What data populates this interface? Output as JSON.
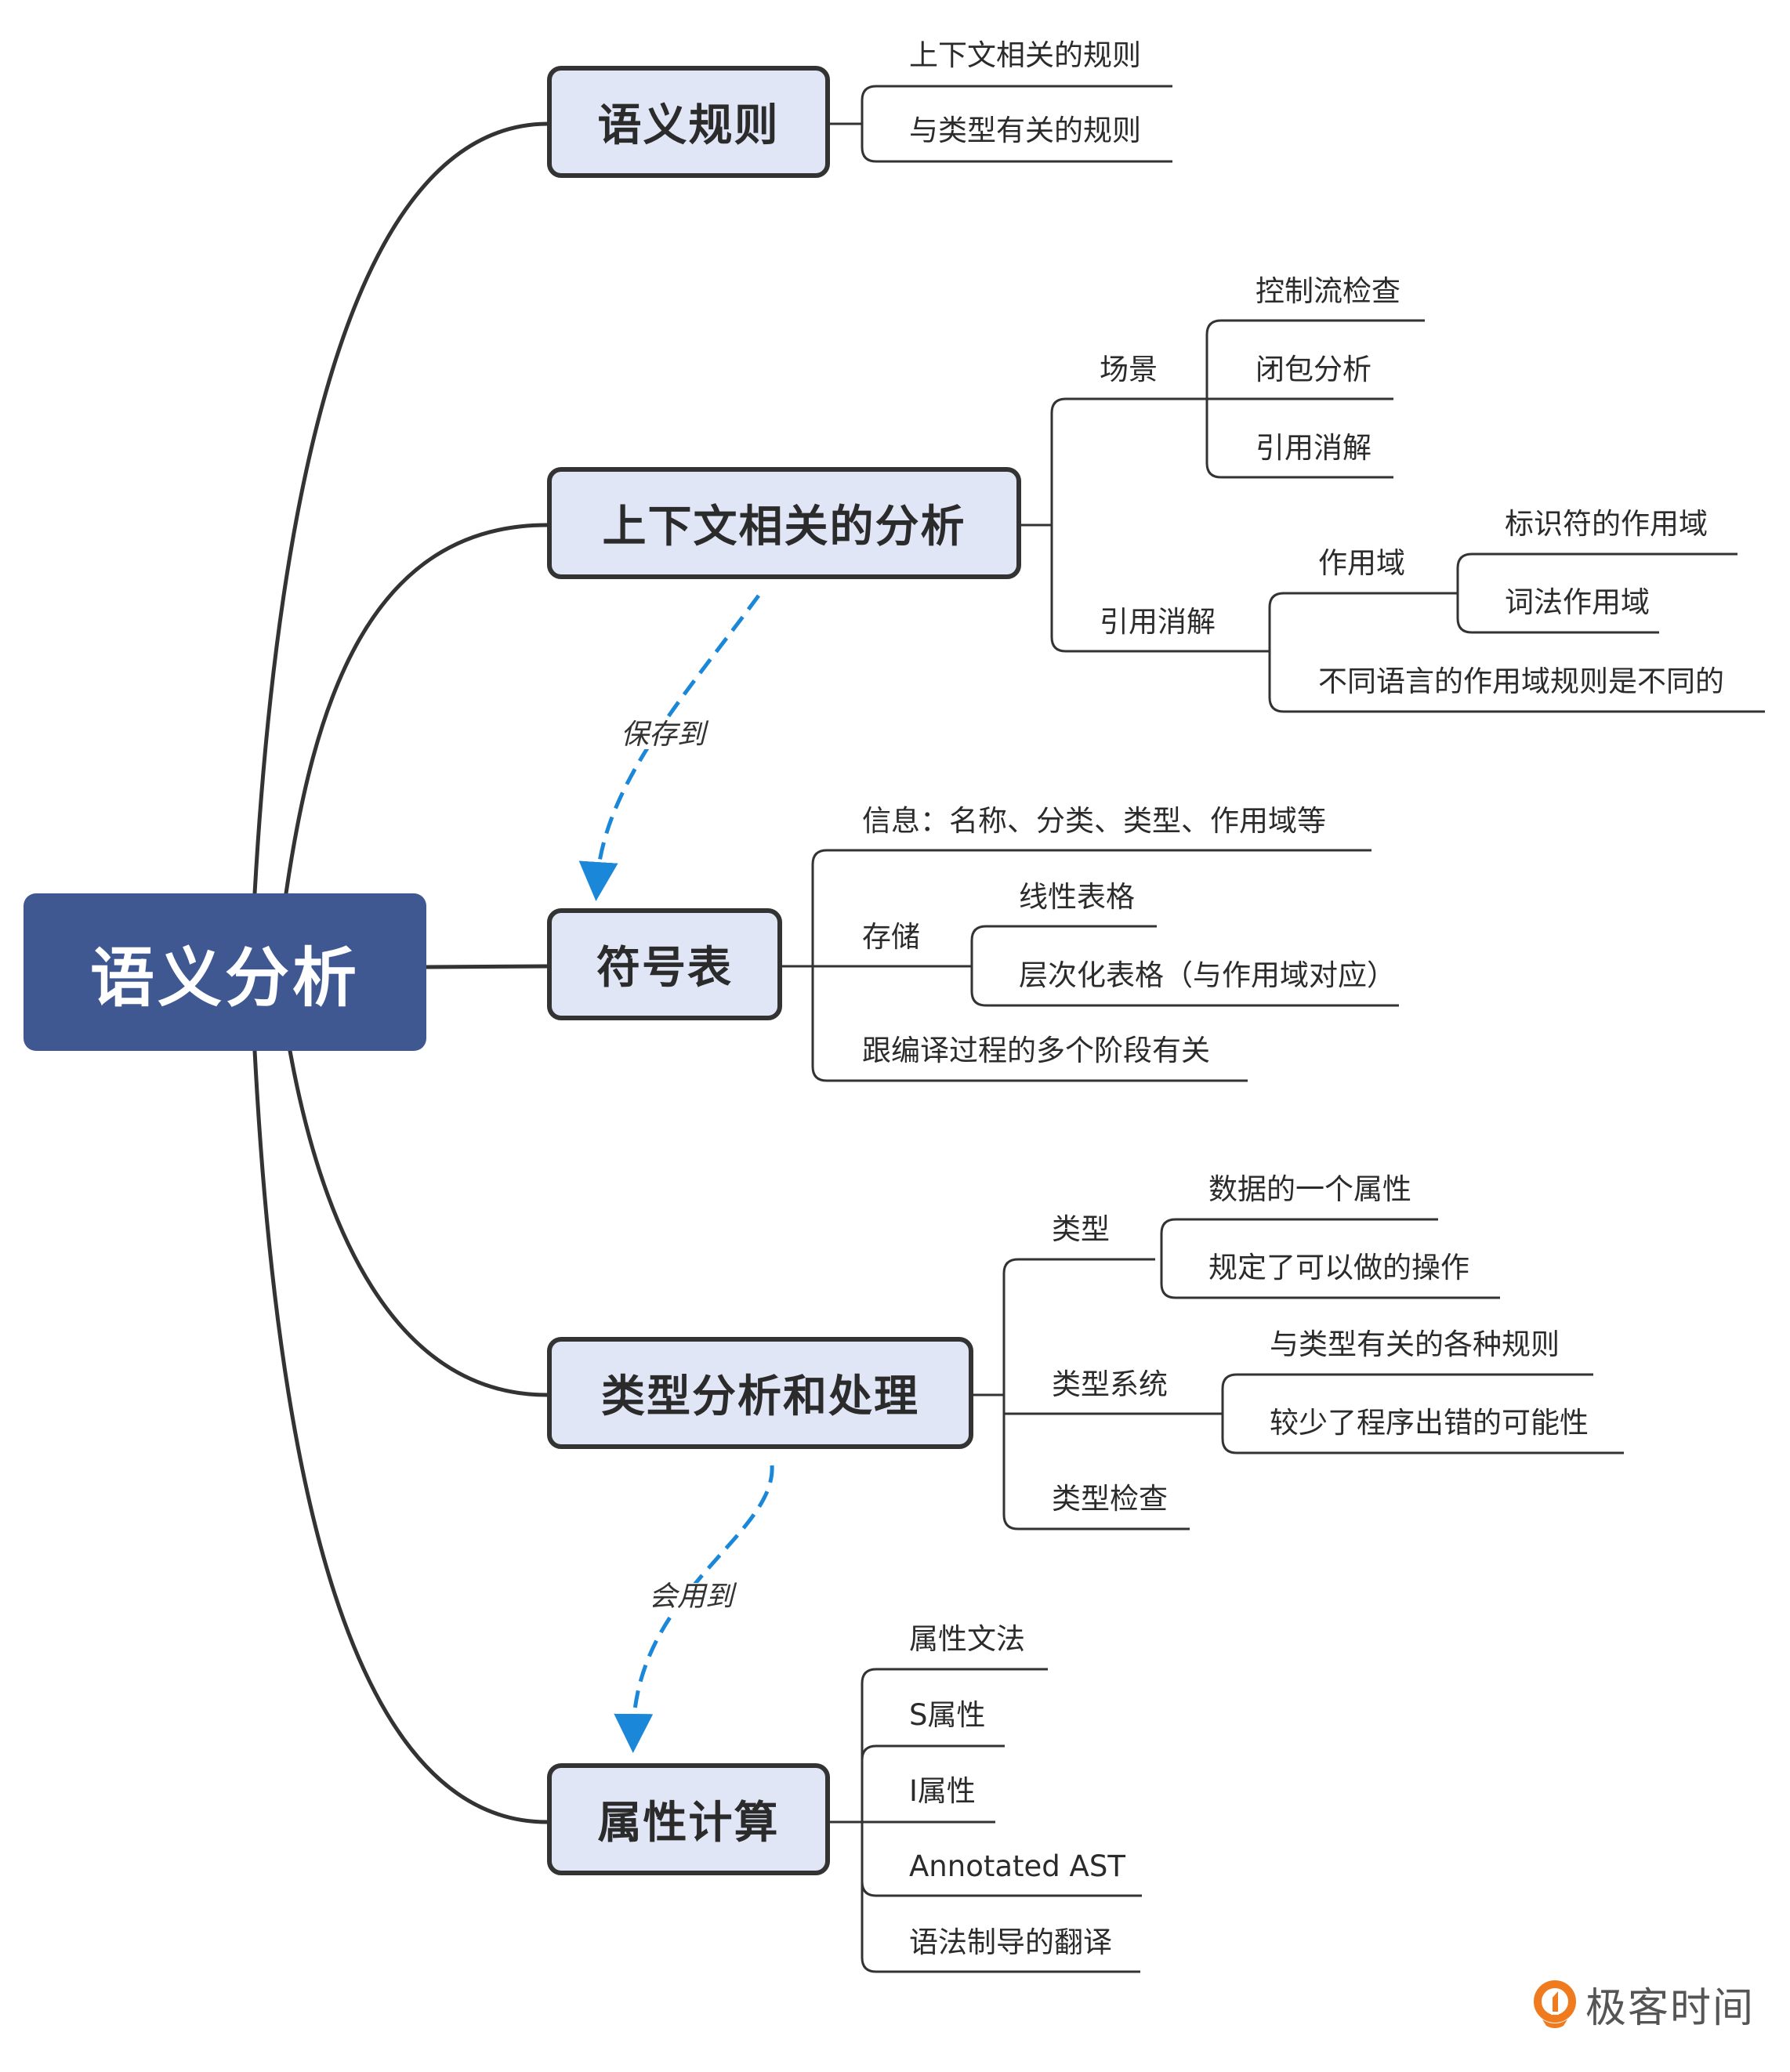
{
  "colors": {
    "root_fill": "#3f5891",
    "branch_fill": "#e1e6f7",
    "line": "#333333",
    "relation_arrow": "#1b87d8",
    "logo_orange": "#f07a1e"
  },
  "root": {
    "label": "语义分析"
  },
  "branches": [
    {
      "label": "语义规则",
      "children": [
        {
          "label": "上下文相关的规则"
        },
        {
          "label": "与类型有关的规则"
        }
      ]
    },
    {
      "label": "上下文相关的分析",
      "children": [
        {
          "label": "场景",
          "children": [
            {
              "label": "控制流检查"
            },
            {
              "label": "闭包分析"
            },
            {
              "label": "引用消解"
            }
          ]
        },
        {
          "label": "引用消解",
          "children": [
            {
              "label": "作用域",
              "children": [
                {
                  "label": "标识符的作用域"
                },
                {
                  "label": "词法作用域"
                }
              ]
            },
            {
              "label": "不同语言的作用域规则是不同的"
            }
          ]
        }
      ]
    },
    {
      "label": "符号表",
      "children": [
        {
          "label": "信息：名称、分类、类型、作用域等"
        },
        {
          "label": "存储",
          "children": [
            {
              "label": "线性表格"
            },
            {
              "label": "层次化表格（与作用域对应）"
            }
          ]
        },
        {
          "label": "跟编译过程的多个阶段有关"
        }
      ]
    },
    {
      "label": "类型分析和处理",
      "children": [
        {
          "label": "类型",
          "children": [
            {
              "label": "数据的一个属性"
            },
            {
              "label": "规定了可以做的操作"
            }
          ]
        },
        {
          "label": "类型系统",
          "children": [
            {
              "label": "与类型有关的各种规则"
            },
            {
              "label": "较少了程序出错的可能性"
            }
          ]
        },
        {
          "label": "类型检查"
        }
      ]
    },
    {
      "label": "属性计算",
      "children": [
        {
          "label": "属性文法"
        },
        {
          "label": "S属性"
        },
        {
          "label": "I属性"
        },
        {
          "label": "Annotated AST"
        },
        {
          "label": "语法制导的翻译"
        }
      ]
    }
  ],
  "relations": [
    {
      "from": "上下文相关的分析",
      "to": "符号表",
      "label": "保存到"
    },
    {
      "from": "类型分析和处理",
      "to": "属性计算",
      "label": "会用到"
    }
  ],
  "watermark": {
    "text": "极客时间",
    "icon": "geektime-logo-icon"
  }
}
